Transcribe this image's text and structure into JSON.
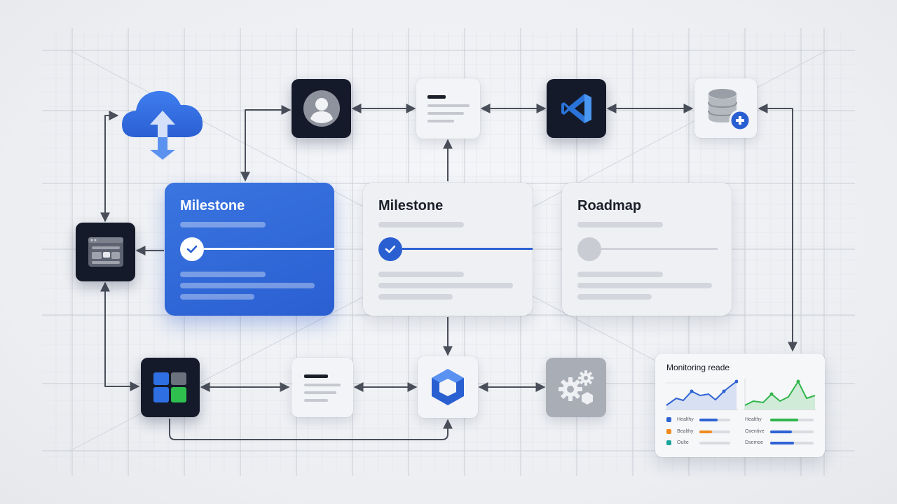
{
  "cards": [
    {
      "title": "Milestone",
      "state": "complete",
      "style": "active"
    },
    {
      "title": "Milestone",
      "state": "complete",
      "style": "default"
    },
    {
      "title": "Roadmap",
      "state": "pending",
      "style": "default"
    }
  ],
  "nodes": [
    {
      "id": "cloud-upload",
      "icon": "cloud-upload-icon"
    },
    {
      "id": "user-profile",
      "icon": "user-avatar-icon"
    },
    {
      "id": "document-top",
      "icon": "document-icon"
    },
    {
      "id": "vscode",
      "icon": "vscode-icon"
    },
    {
      "id": "database-add",
      "icon": "database-add-icon"
    },
    {
      "id": "browser-window",
      "icon": "browser-window-icon"
    },
    {
      "id": "dashboard-grid",
      "icon": "dashboard-grid-icon"
    },
    {
      "id": "document-bottom",
      "icon": "document-icon"
    },
    {
      "id": "hexagon-service",
      "icon": "hexagon-icon"
    },
    {
      "id": "settings-gears",
      "icon": "gears-icon"
    }
  ],
  "monitor": {
    "title": "Monitoring reade",
    "legend_left": [
      {
        "label": "Healthy",
        "color": "#2f63d4",
        "level": 0.6
      },
      {
        "label": "Bealthy",
        "color": "#ef8a1f",
        "level": 0.4
      },
      {
        "label": "Oulte",
        "color": "#1aa39a",
        "level": 0.0
      }
    ],
    "legend_right": [
      {
        "label": "Healthy",
        "color": "#2fb54a",
        "level": 0.65
      },
      {
        "label": "Oxentive",
        "color": "#2f63d4",
        "level": 0.5
      },
      {
        "label": "Dsemoe",
        "color": "#2f63d4",
        "level": 0.55
      }
    ]
  },
  "colors": {
    "accent": "#2f63d4",
    "dark_node": "#141a2a",
    "success": "#2fb54a",
    "connector": "#4a4f5a"
  }
}
